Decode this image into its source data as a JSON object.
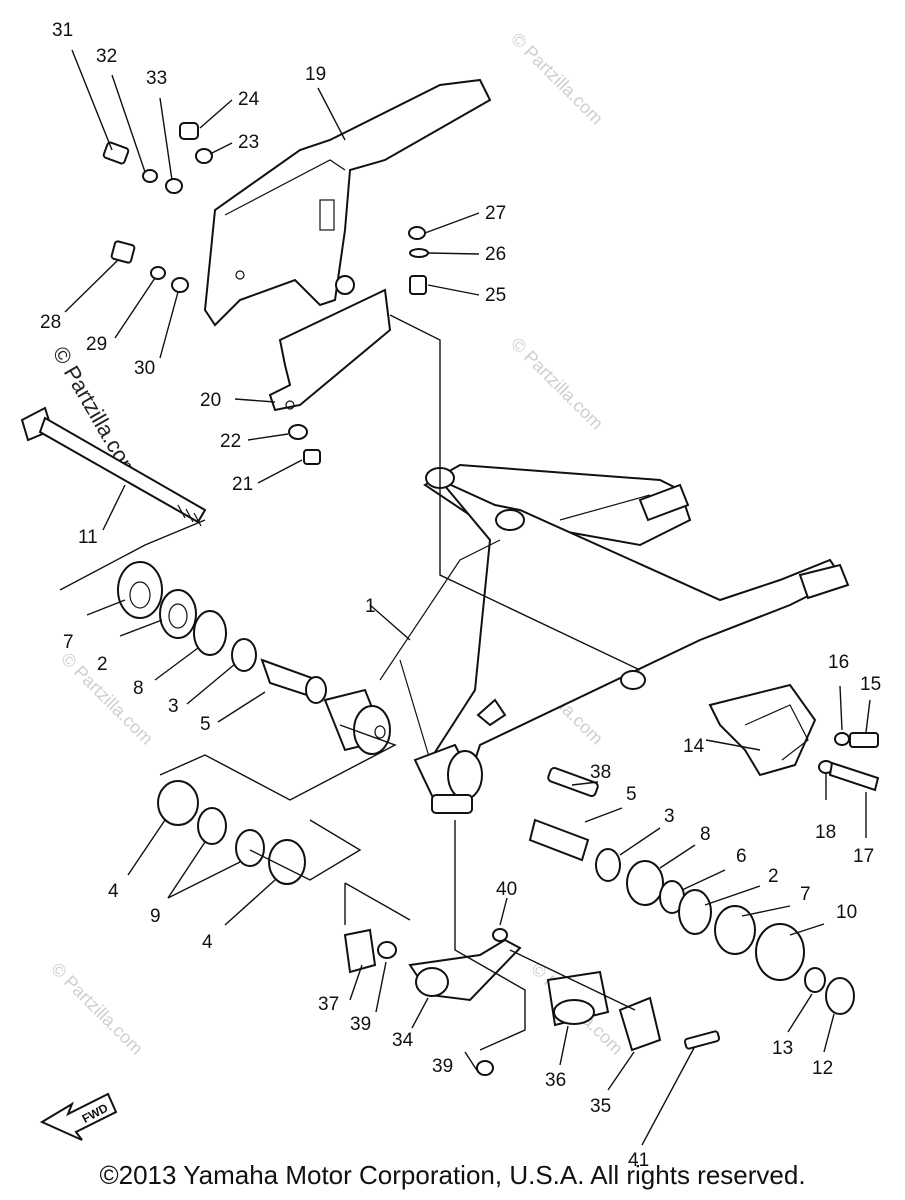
{
  "diagram": {
    "callouts": [
      "31",
      "32",
      "33",
      "24",
      "23",
      "19",
      "27",
      "26",
      "25",
      "28",
      "29",
      "30",
      "20",
      "22",
      "21",
      "11",
      "7",
      "2",
      "8",
      "3",
      "5",
      "1",
      "16",
      "15",
      "14",
      "18",
      "17",
      "38",
      "5",
      "3",
      "8",
      "6",
      "2",
      "7",
      "10",
      "4",
      "9",
      "4",
      "40",
      "37",
      "39",
      "34",
      "39",
      "36",
      "35",
      "41",
      "13",
      "12"
    ],
    "fwd_label": "FWD",
    "watermark": "© Partzilla.com",
    "watermark_dark": "© Partzilla.com"
  },
  "footer": {
    "copyright": "©2013 Yamaha Motor Corporation, U.S.A. All rights reserved."
  }
}
